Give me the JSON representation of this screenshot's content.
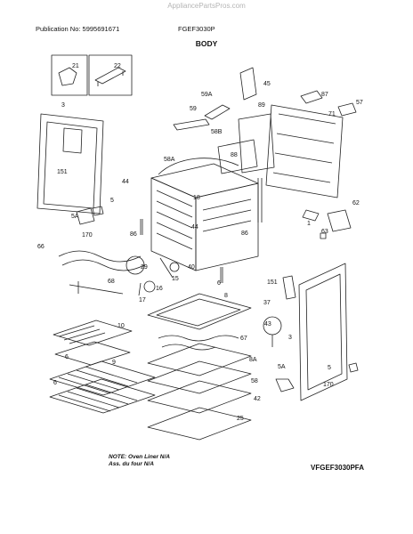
{
  "watermark": "AppliancePartsPros.com",
  "header": {
    "publication": "Publication No: 5995691671",
    "model": "FGEF3030P"
  },
  "section_title": "BODY",
  "callouts": [
    "21",
    "22",
    "45",
    "59A",
    "3",
    "59",
    "58B",
    "89",
    "87",
    "57",
    "71",
    "151",
    "58A",
    "88",
    "5",
    "44",
    "18",
    "5A",
    "44",
    "170",
    "86",
    "86",
    "62",
    "63",
    "1",
    "66",
    "29",
    "40",
    "68",
    "15",
    "16",
    "17",
    "6",
    "151",
    "37",
    "8",
    "43",
    "3",
    "67",
    "10",
    "9",
    "8A",
    "5A",
    "6",
    "58",
    "6",
    "42",
    "5",
    "170",
    "25"
  ],
  "note": [
    "NOTE: Oven Liner N/A",
    "Ass. du four N/A"
  ],
  "diagram_code": "VFGEF3030PFA"
}
